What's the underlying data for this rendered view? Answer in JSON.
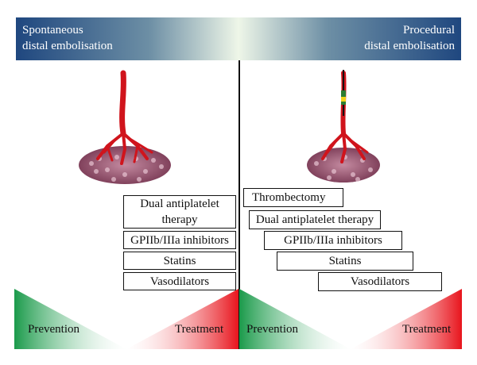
{
  "header": {
    "left_title": "Spontaneous\ndistal embolisation",
    "right_title": "Procedural\ndistal embolisation"
  },
  "left_panel": {
    "therapies": [
      "Dual antiplatelet therapy",
      "GPIIb/IIIa inhibitors",
      "Statins",
      "Vasodilators"
    ]
  },
  "right_panel": {
    "therapies": [
      "Thrombectomy",
      "Dual antiplatelet therapy",
      "GPIIb/IIIa inhibitors",
      "Statins",
      "Vasodilators"
    ]
  },
  "footer": {
    "left_prevention": "Prevention",
    "left_treatment": "Treatment",
    "right_prevention": "Prevention",
    "right_treatment": "Treatment"
  },
  "colors": {
    "banner_dark": "#1f477f",
    "banner_light": "#eef6e8",
    "prevention_green": "#1a9a4a",
    "treatment_red": "#e8141c",
    "vessel_red": "#d0141c",
    "tissue_pink": "#a0607a"
  }
}
